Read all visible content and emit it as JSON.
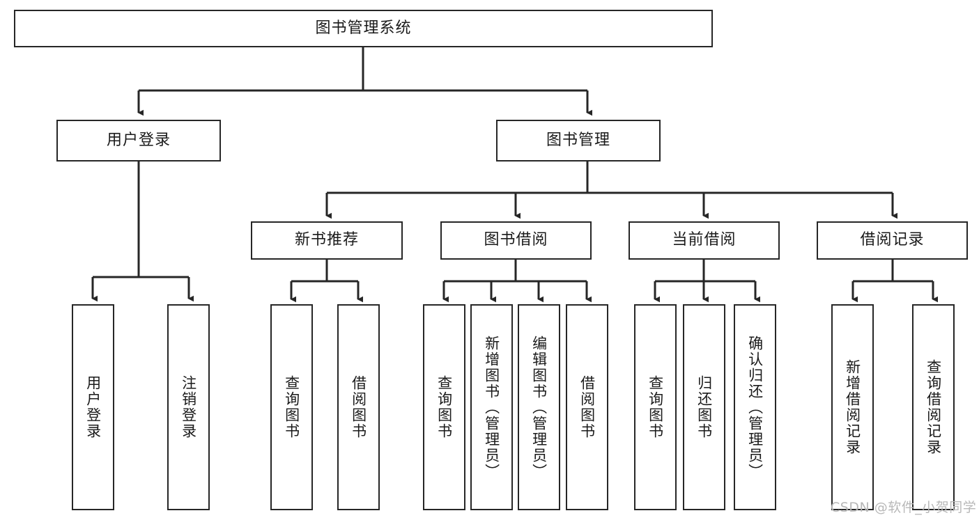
{
  "diagram": {
    "type": "tree-hierarchy-chart",
    "title": "图书管理系统",
    "watermark": "CSDN @软件_小贺同学",
    "colors": {
      "box_border": "#262626",
      "box_fill": "#ffffff",
      "connector": "#262626",
      "text": "#1a1a1a",
      "watermark": "#b8b8b8",
      "background": "#ffffff"
    },
    "root": {
      "label": "图书管理系统",
      "level": 1
    },
    "level2": [
      {
        "label": "用户登录"
      },
      {
        "label": "图书管理"
      }
    ],
    "level3": [
      {
        "label": "新书推荐"
      },
      {
        "label": "图书借阅"
      },
      {
        "label": "当前借阅"
      },
      {
        "label": "借阅记录"
      }
    ],
    "leaves": {
      "user_login": [
        {
          "label": "用户登录"
        },
        {
          "label": "注销登录"
        }
      ],
      "new_book_recommend": [
        {
          "label": "查询图书"
        },
        {
          "label": "借阅图书"
        }
      ],
      "book_borrow": [
        {
          "label": "查询图书"
        },
        {
          "label": "新增图书（管理员）"
        },
        {
          "label": "编辑图书（管理员）"
        },
        {
          "label": "借阅图书"
        }
      ],
      "current_borrow": [
        {
          "label": "查询图书"
        },
        {
          "label": "归还图书"
        },
        {
          "label": "确认归还（管理员）"
        }
      ],
      "borrow_record": [
        {
          "label": "新增借阅记录"
        },
        {
          "label": "查询借阅记录"
        }
      ]
    }
  }
}
